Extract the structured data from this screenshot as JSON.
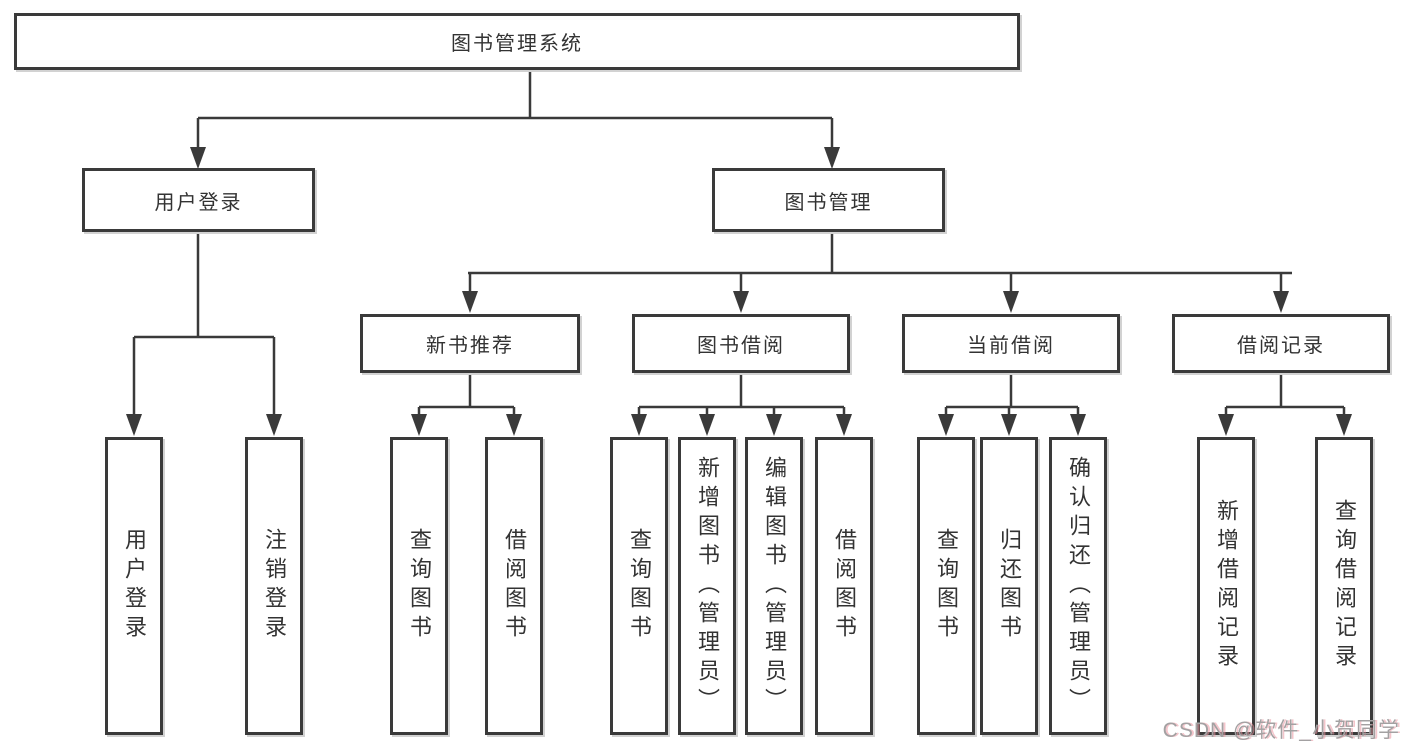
{
  "diagram_type": "tree",
  "tree": {
    "root": {
      "label": "图书管理系统",
      "children": [
        {
          "label": "用户登录",
          "children": [
            {
              "label": "用户登录"
            },
            {
              "label": "注销登录"
            }
          ]
        },
        {
          "label": "图书管理",
          "children": [
            {
              "label": "新书推荐",
              "children": [
                {
                  "label": "查询图书"
                },
                {
                  "label": "借阅图书"
                }
              ]
            },
            {
              "label": "图书借阅",
              "children": [
                {
                  "label": "查询图书"
                },
                {
                  "label": "新增图书（管理员）"
                },
                {
                  "label": "编辑图书（管理员）"
                },
                {
                  "label": "借阅图书"
                }
              ]
            },
            {
              "label": "当前借阅",
              "children": [
                {
                  "label": "查询图书"
                },
                {
                  "label": "归还图书"
                },
                {
                  "label": "确认归还（管理员）"
                }
              ]
            },
            {
              "label": "借阅记录",
              "children": [
                {
                  "label": "新增借阅记录"
                },
                {
                  "label": "查询借阅记录"
                }
              ]
            }
          ]
        }
      ]
    }
  },
  "watermark": {
    "text": "CSDN @软件_小贺同学"
  },
  "colors": {
    "line": "#3a3a3a",
    "box_border": "#3a3a3a",
    "text": "#333333",
    "background": "#ffffff",
    "watermark_gray": "#a3a1a2",
    "watermark_pink": "#eb96a0"
  }
}
